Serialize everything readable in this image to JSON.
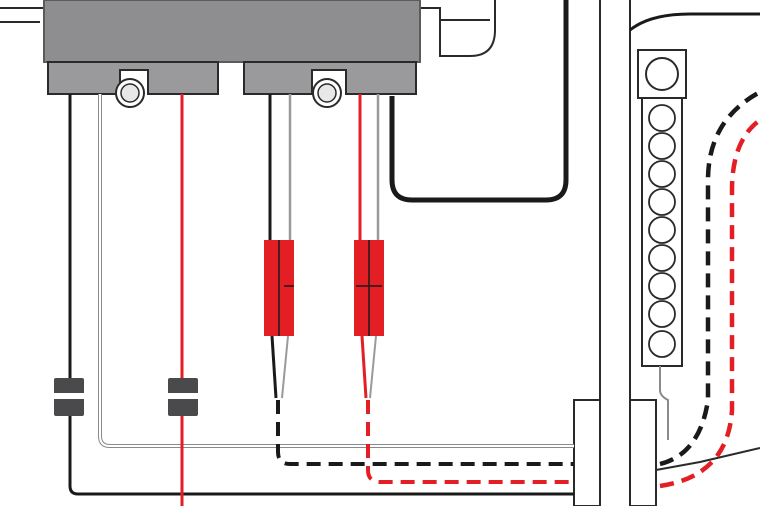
{
  "colors": {
    "housing": "#8e8e90",
    "housing_stroke": "#5b5b5d",
    "wire_black": "#1a1a1a",
    "wire_red": "#e31e24",
    "wire_gray": "#a8a8a8",
    "connector_dark": "#4a4a4c",
    "background": "#ffffff"
  },
  "components": [
    {
      "name": "device-housing"
    },
    {
      "name": "terminal-block"
    },
    {
      "name": "splice-connector"
    },
    {
      "name": "inline-fuse"
    }
  ]
}
